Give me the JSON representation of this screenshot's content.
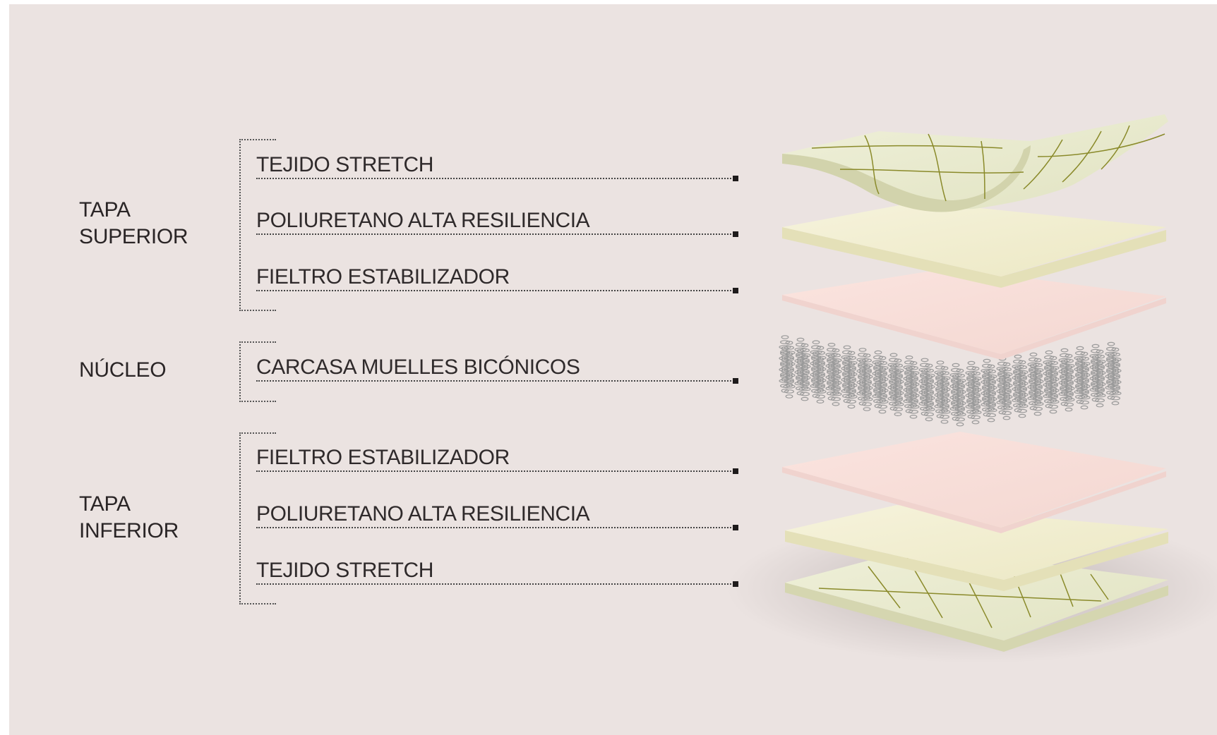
{
  "groups": [
    {
      "lines": [
        "TAPA",
        "SUPERIOR"
      ],
      "items": [
        "TEJIDO STRETCH",
        "POLIURETANO ALTA RESILIENCIA",
        "FIELTRO ESTABILIZADOR"
      ]
    },
    {
      "lines": [
        "NÚCLEO"
      ],
      "items": [
        "CARCASA MUELLES BICÓNICOS"
      ]
    },
    {
      "lines": [
        "TAPA",
        "INFERIOR"
      ],
      "items": [
        "FIELTRO ESTABILIZADOR",
        "POLIURETANO ALTA RESILIENCIA",
        "TEJIDO STRETCH"
      ]
    }
  ],
  "colors": {
    "background": "#ebe3e1",
    "fabric": "#e9ebcf",
    "fabric_grid": "#8a8a2a",
    "foam": "#f3f0d2",
    "felt": "#f6dcd6",
    "springs": "#9a9a9a",
    "text": "#2a2526"
  }
}
